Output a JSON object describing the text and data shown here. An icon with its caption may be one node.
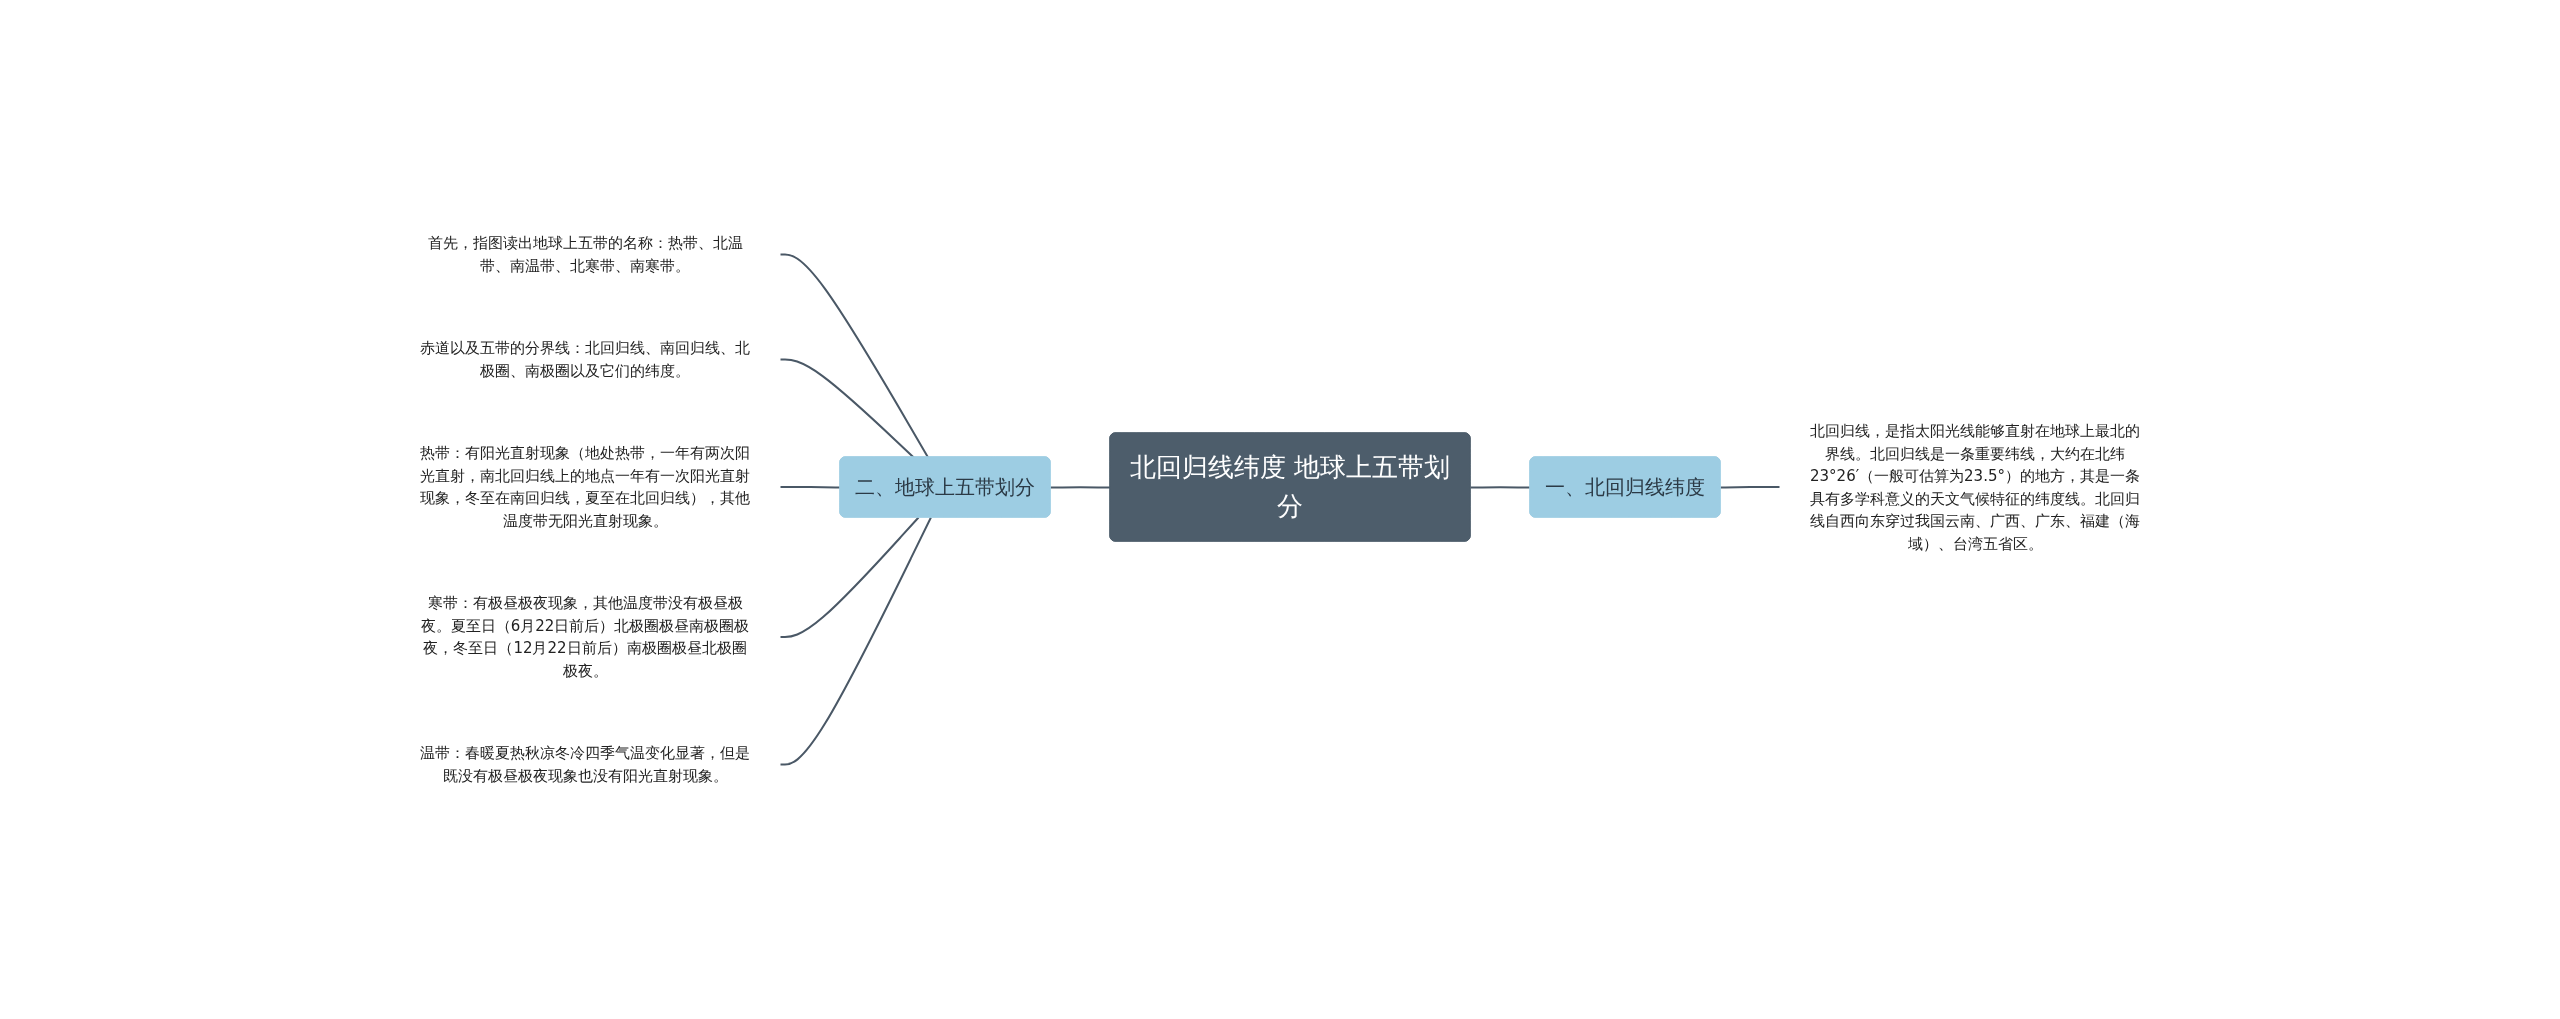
{
  "diagram": {
    "nodes": [
      {
        "text": [
          "北回归线纬度 地球上五带划分"
        ]
      },
      {
        "text": [
          "一、北回归线纬度"
        ]
      },
      {
        "text": [
          "北回归线，是指太阳光线能够直射在地球上最北的界线。北回归线是一条重要纬线，大约在北纬23°26′（一般可估算为23.5°）的地方，其是一条具有多学科意义的天文气候特征的纬度线。北回归线自西向东穿过我国云南、广西、广东、福建（海域）、台湾五省区。"
        ]
      },
      {
        "text": [
          "二、地球上五带划分"
        ]
      },
      {
        "text": [
          "首先，指图读出地球上五带的名称：热带、北温带、南温带、北寒带、南寒带。"
        ]
      },
      {
        "text": [
          "赤道以及五带的分界线：北回归线、南回归线、北极圈、南极圈以及它们的纬度。"
        ]
      },
      {
        "text": [
          "热带：有阳光直射现象（地处热带，一年有两次阳光直射，南北回归线上的地点一年有一次阳光直射现象，冬至在南回归线，夏至在北回归线），其他温度带无阳光直射现象。"
        ]
      },
      {
        "text": [
          "寒带：有极昼极夜现象，其他温度带没有极昼极夜。夏至日（6月22日前后）北极圈极昼南极圈极夜，冬至日（12月22日前后）南极圈极昼北极圈极夜。"
        ]
      },
      {
        "text": [
          "温带：春暖夏热秋凉冬冷四季气温变化显著，但是既没有极昼极夜现象也没有阳光直射现象。"
        ]
      }
    ],
    "edges": [
      {
        "from": 4,
        "to": 3,
        "arrow": "none"
      },
      {
        "from": 5,
        "to": 3,
        "arrow": "none"
      },
      {
        "from": 6,
        "to": 3,
        "arrow": "none"
      },
      {
        "from": 7,
        "to": 3,
        "arrow": "none"
      },
      {
        "from": 8,
        "to": 3,
        "arrow": "none"
      },
      {
        "from": 3,
        "to": 0,
        "arrow": "none"
      },
      {
        "from": 0,
        "to": 1,
        "arrow": "none"
      },
      {
        "from": 1,
        "to": 2,
        "arrow": "none"
      }
    ]
  }
}
